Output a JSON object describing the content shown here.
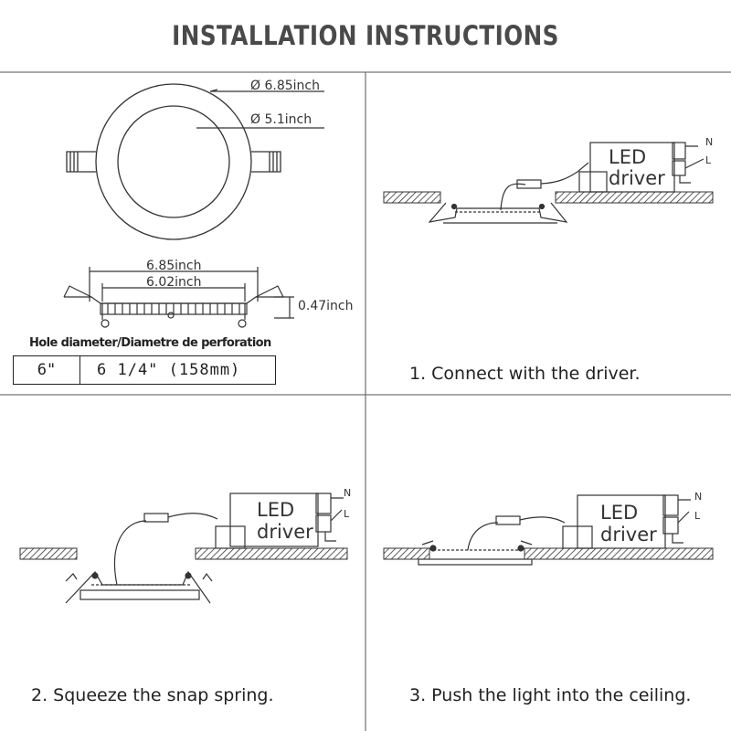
{
  "title": "INSTALLATION INSTRUCTIONS",
  "dimensions": {
    "outer_diameter": "Ø 6.85inch",
    "inner_diameter": "Ø 5.1inch",
    "width_overall": "6.85inch",
    "width_inner": "6.02inch",
    "height": "0.47inch"
  },
  "hole_diameter": {
    "label": "Hole diameter/Diametre de perforation",
    "size": "6\"",
    "value": "6  1/4\" (158mm)"
  },
  "driver": {
    "line1": "LED",
    "line2": "driver",
    "neutral": "N",
    "live": "L"
  },
  "steps": [
    {
      "caption": "1. Connect with the driver."
    },
    {
      "caption": "2. Squeeze the snap spring."
    },
    {
      "caption": "3. Push the light into the ceiling."
    }
  ]
}
